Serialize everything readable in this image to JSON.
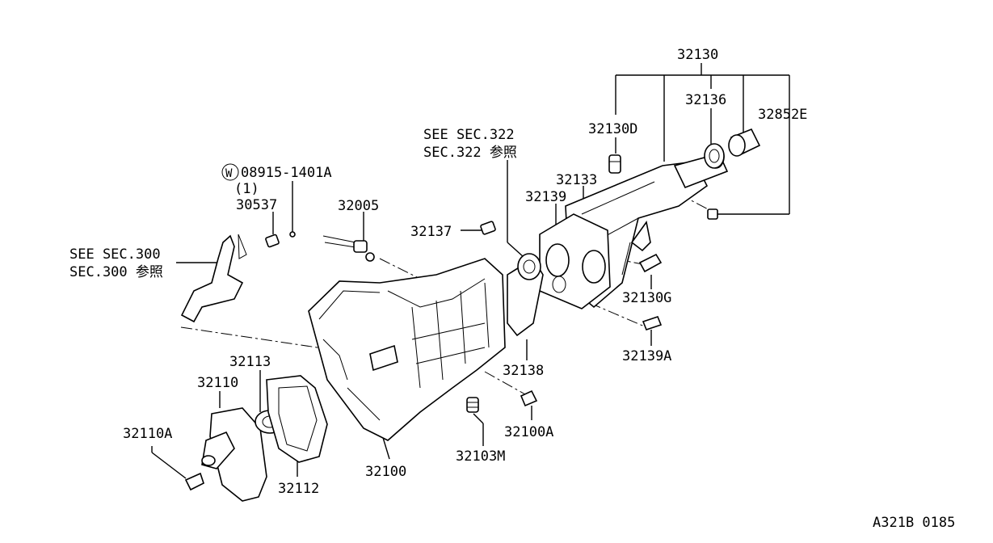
{
  "labels": {
    "p32130": "32130",
    "p32136": "32136",
    "p32852E": "32852E",
    "p32130D": "32130D",
    "see322_a": "SEE SEC.322",
    "see322_b": "SEC.322 参照",
    "p08915": "08915-1401A",
    "p08915_qty": "(1)",
    "washer_symbol": "W",
    "p32133": "32133",
    "p32139": "32139",
    "p30537": "30537",
    "p32005": "32005",
    "p32137": "32137",
    "see300_a": "SEE SEC.300",
    "see300_b": "SEC.300 参照",
    "p32130G": "32130G",
    "p32139A": "32139A",
    "p32113": "32113",
    "p32110": "32110",
    "p32138": "32138",
    "p32110A": "32110A",
    "p32100A": "32100A",
    "p32103M": "32103M",
    "p32112": "32112",
    "p32100": "32100",
    "drawing_code": "A321B 0185"
  }
}
